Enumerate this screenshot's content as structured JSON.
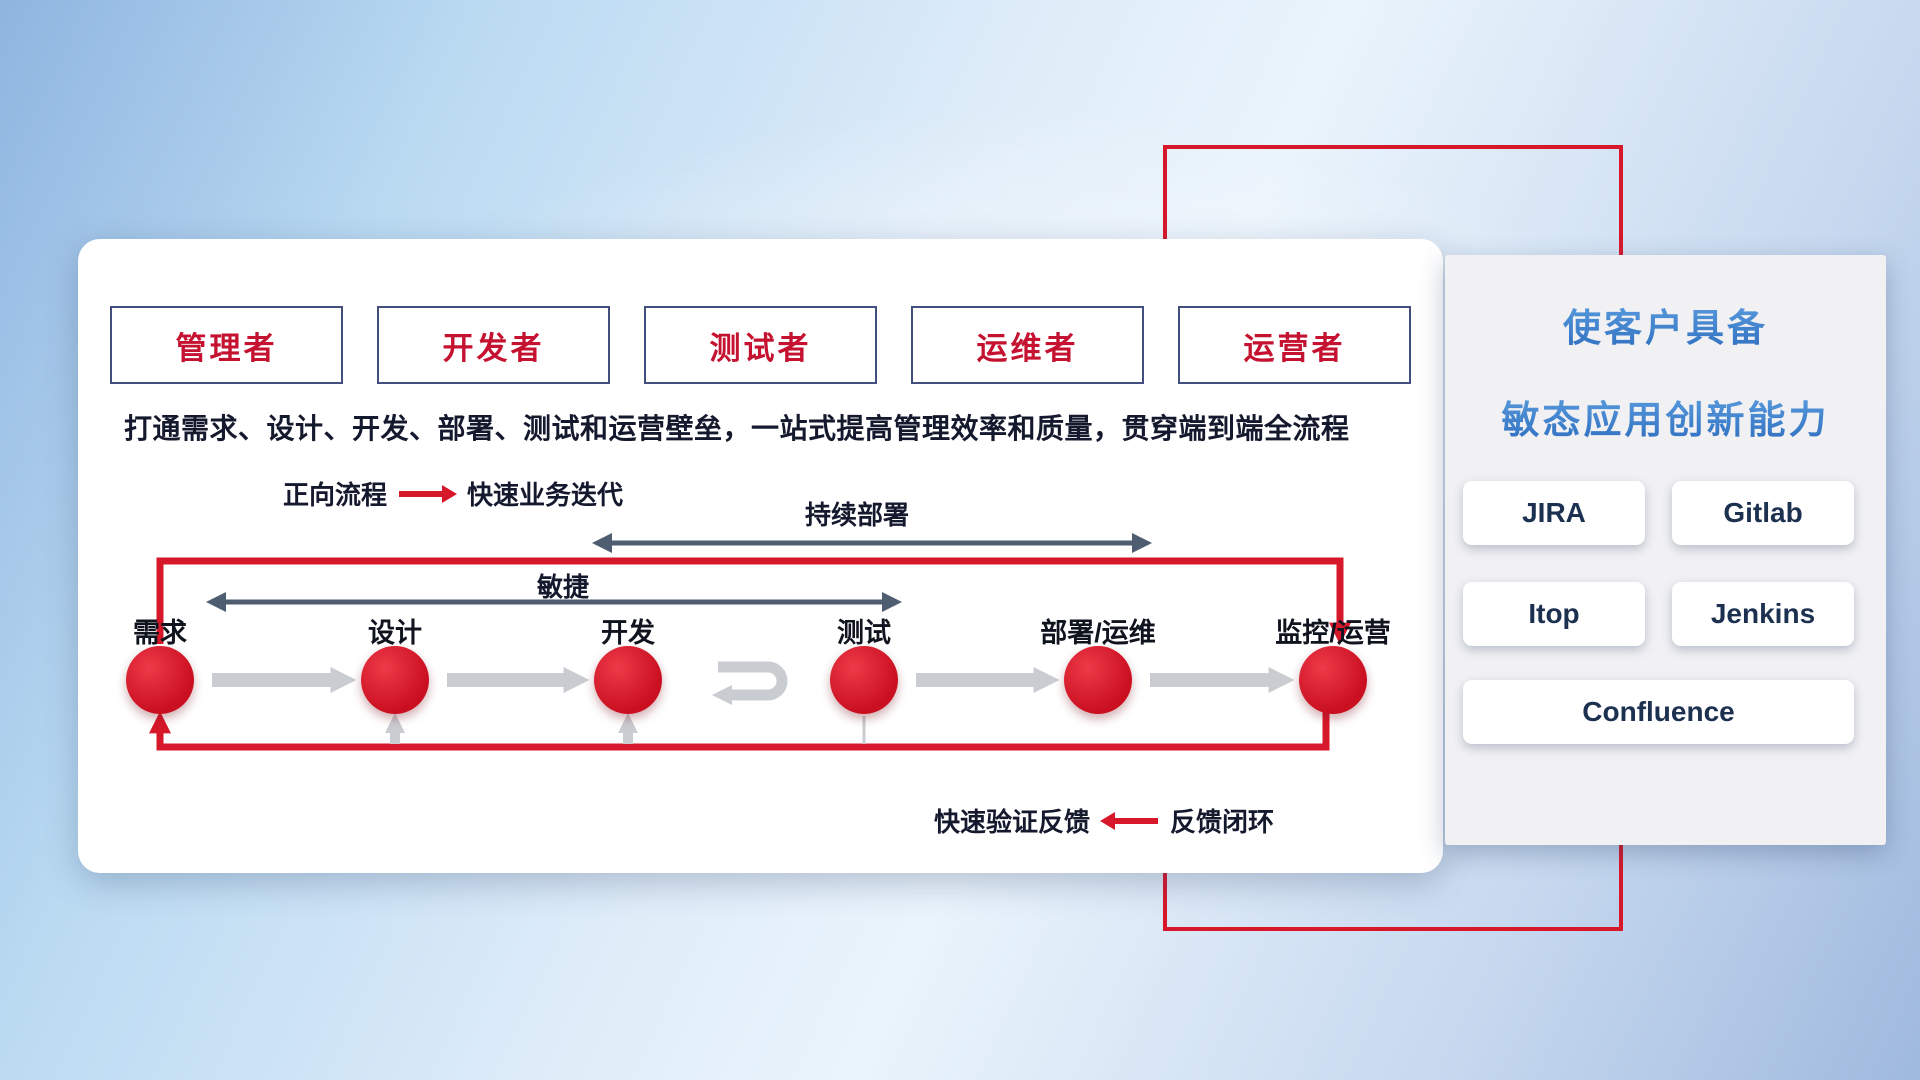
{
  "main_panel": {
    "roles": [
      {
        "label": "管理者"
      },
      {
        "label": "开发者"
      },
      {
        "label": "测试者"
      },
      {
        "label": "运维者"
      },
      {
        "label": "运营者"
      }
    ],
    "description": "打通需求、设计、开发、部署、测试和运营壁垒，一站式提高管理效率和质量，贯穿端到端全流程",
    "legend_forward": {
      "label": "正向流程",
      "value": "快速业务迭代"
    },
    "flow": {
      "agile_label": "敏捷",
      "continuous_deployment_label": "持续部署",
      "stages": [
        {
          "label": "需求"
        },
        {
          "label": "设计"
        },
        {
          "label": "开发"
        },
        {
          "label": "测试"
        },
        {
          "label": "部署/运维"
        },
        {
          "label": "监控/运营"
        }
      ]
    },
    "legend_feedback": {
      "label": "快速验证反馈",
      "value": "反馈闭环"
    }
  },
  "side_panel": {
    "title_line1": "使客户具备",
    "title_line2": "敏态应用创新能力",
    "tools": [
      {
        "name": "JIRA"
      },
      {
        "name": "Gitlab"
      },
      {
        "name": "Itop"
      },
      {
        "name": "Jenkins"
      },
      {
        "name": "Confluence"
      }
    ]
  },
  "colors": {
    "accent_red": "#d7182a",
    "navy_text": "#15192e",
    "steel_arrow": "#4e5d70",
    "gray_arrow": "#c9ccd1",
    "title_blue": "#3c7dd0",
    "tool_text": "#1c3050"
  }
}
